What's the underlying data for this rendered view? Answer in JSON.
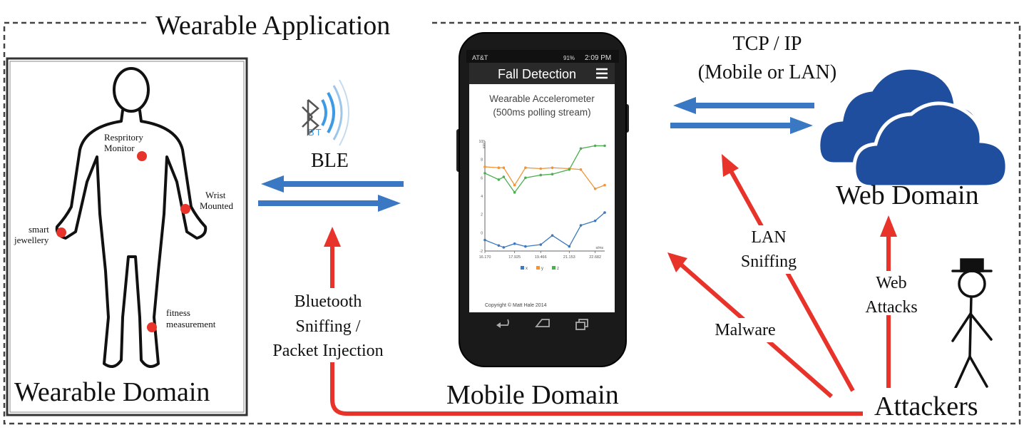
{
  "labels": {
    "app_title": "Wearable Application",
    "wearable_domain": "Wearable Domain",
    "mobile_domain": "Mobile Domain",
    "web_domain": "Web Domain",
    "attackers": "Attackers",
    "ble": "BLE",
    "bt_icon_text": "BT",
    "tcp_line1": "TCP / IP",
    "tcp_line2": "(Mobile or LAN)",
    "bt_sniff_line1": "Bluetooth",
    "bt_sniff_line2": "Sniffing /",
    "bt_sniff_line3": "Packet Injection",
    "malware": "Malware",
    "lan_line1": "LAN",
    "lan_line2": "Sniffing",
    "web_attacks_line1": "Web",
    "web_attacks_line2": "Attacks"
  },
  "body": {
    "respiratory_line1": "Respritory",
    "respiratory_line2": "Monitor",
    "wrist_line1": "Wrist",
    "wrist_line2": "Mounted",
    "jewellery_line1": "smart",
    "jewellery_line2": "jewellery",
    "fitness_line1": "fitness",
    "fitness_line2": "measurement"
  },
  "phone": {
    "carrier": "AT&T",
    "status": "91%",
    "time": "2:09 PM",
    "app_title": "Fall Detection",
    "chart_title_line1": "Wearable Accelerometer",
    "chart_title_line2": "(500ms polling stream)",
    "copyright": "Copyright © Matt Hale 2014"
  },
  "colors": {
    "blue_arrow": "#3b78c4",
    "red_arrow": "#e8332a",
    "cloud": "#1f4e9e",
    "sensor_dot": "#e8332a"
  },
  "chart_data": {
    "type": "line",
    "x": [
      16.17,
      16.986,
      17.281,
      17.925,
      18.565,
      19.466,
      20.152,
      21.153,
      21.836,
      22.682,
      23.245
    ],
    "x_ticks": [
      "16.170",
      "17.925",
      "19.466",
      "21.153",
      "22.682"
    ],
    "ylim": [
      -2,
      10
    ],
    "y_ticks": [
      "-2",
      "0",
      "2",
      "4",
      "6",
      "8",
      "10"
    ],
    "xlabel": "s/ms",
    "ylabel": "m/s^2",
    "series": [
      {
        "name": "x",
        "color": "#3a7ac0",
        "values": [
          -0.8,
          -1.4,
          -1.6,
          -1.2,
          -1.5,
          -1.3,
          -0.3,
          -1.5,
          0.8,
          1.3,
          2.2
        ]
      },
      {
        "name": "y",
        "color": "#f0953a",
        "values": [
          7.2,
          7.1,
          7.1,
          5.2,
          7.1,
          7.0,
          7.1,
          7.0,
          6.9,
          4.8,
          5.2
        ]
      },
      {
        "name": "z",
        "color": "#4caf50",
        "values": [
          6.5,
          5.8,
          6.1,
          4.4,
          6.0,
          6.3,
          6.4,
          6.9,
          9.2,
          9.5,
          9.5
        ]
      }
    ]
  }
}
